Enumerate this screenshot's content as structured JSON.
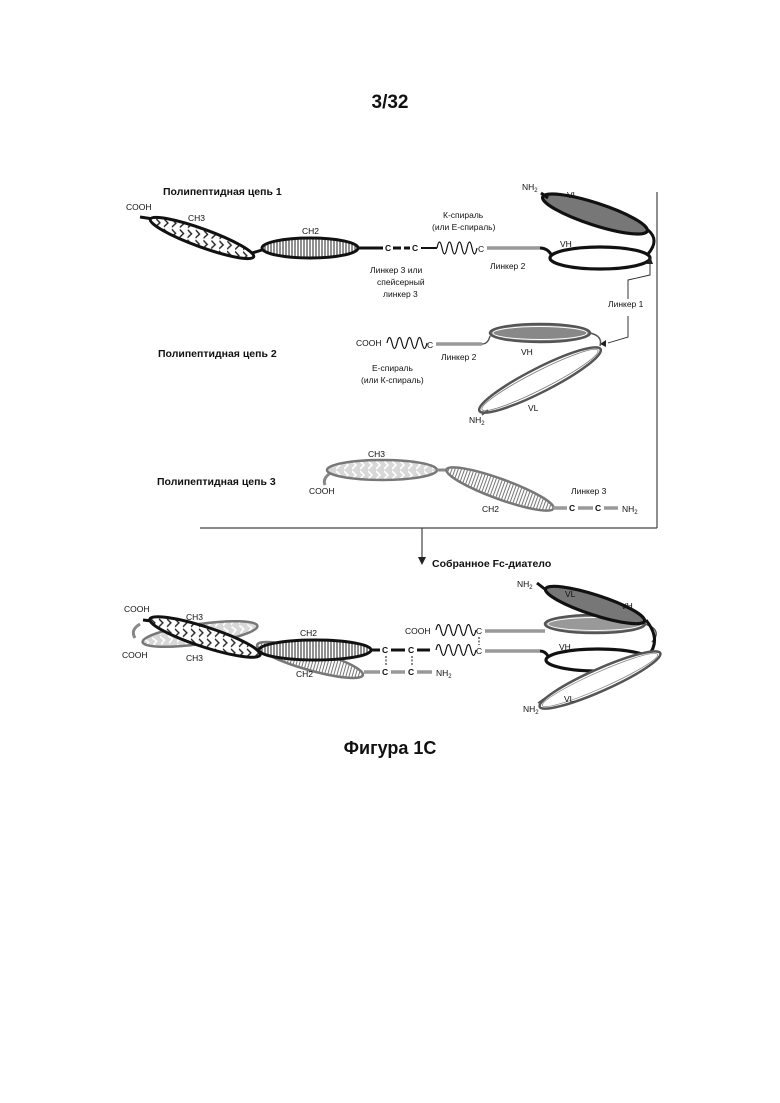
{
  "page": {
    "number": "3/32",
    "caption": "Фигура 1С"
  },
  "chain1": {
    "title": "Полипептидная цепь 1",
    "cooh": "COOH",
    "ch3": "CH3",
    "ch2": "CH2",
    "c": "C",
    "coil_title": "К-спираль",
    "coil_alt": "(или Е-спираль)",
    "linker3_l1": "Линкер 3 или",
    "linker3_l2": "спейсерный",
    "linker3_l3": "линкер 3",
    "linker2": "Линкер 2",
    "nh": "NH",
    "sub2": "2",
    "vl": "VL",
    "vh": "VH"
  },
  "linker1": "Линкер 1",
  "chain2": {
    "title": "Полипептидная цепь 2",
    "cooh": "COOH",
    "linker2": "Линкер 2",
    "coil_title": "Е-спираль",
    "coil_alt": "(или К-спираль)",
    "vh": "VH",
    "vl": "VL",
    "nh": "NH",
    "sub2": "2"
  },
  "chain3": {
    "title": "Полипептидная цепь 3",
    "ch3": "CH3",
    "cooh": "COOH",
    "ch2": "CH2",
    "linker3": "Линкер 3",
    "c": "C",
    "nh": "NH",
    "sub2": "2"
  },
  "assembled": {
    "title": "Собранное Fc-диатело",
    "cooh": "COOH",
    "ch3": "CH3",
    "ch2": "CH2",
    "c": "C",
    "nh": "NH",
    "sub2": "2",
    "vl": "VL",
    "vh": "VH"
  }
}
